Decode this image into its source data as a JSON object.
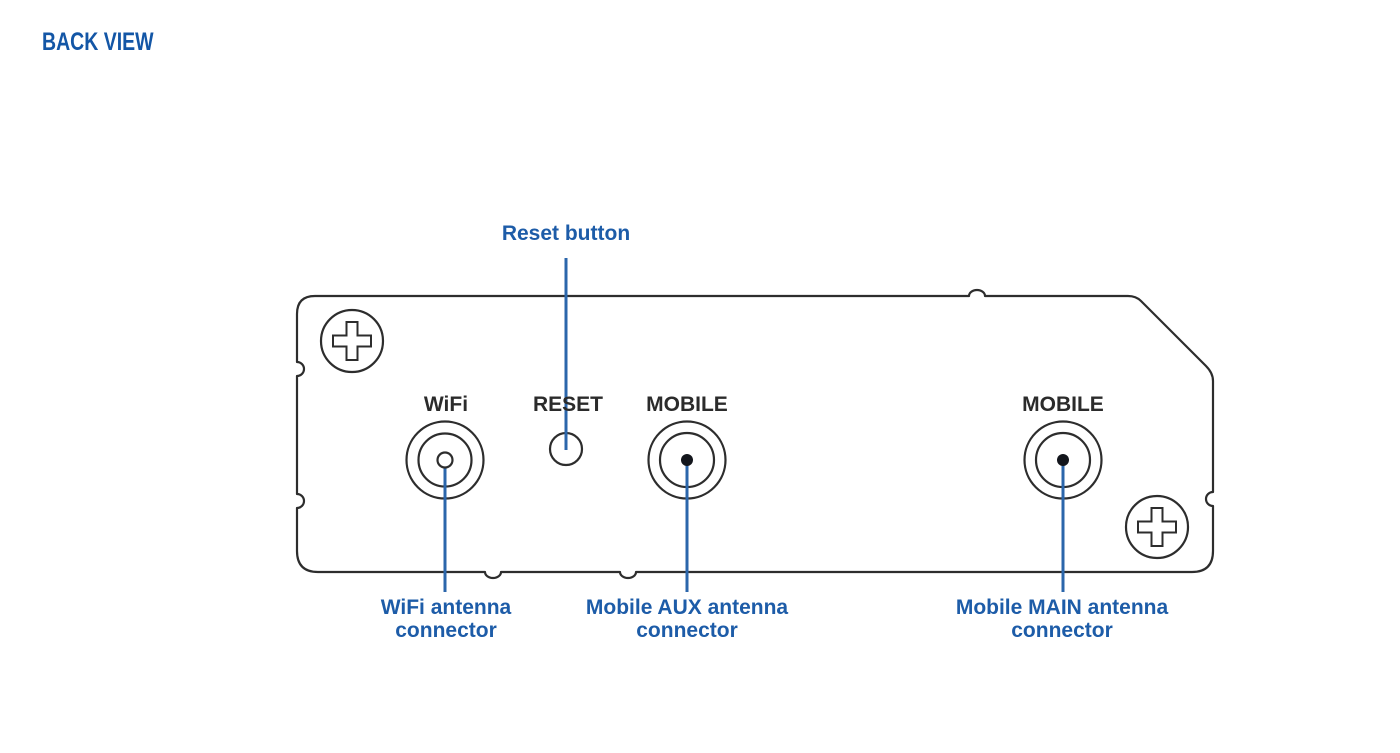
{
  "header": {
    "title": "BACK VIEW"
  },
  "colors": {
    "accent_text": "#1d5ca8",
    "title_blue": "#1356a6",
    "leader_line": "#2b66ab",
    "panel_outline": "#2d2d2d",
    "connector_dot": "#13161c"
  },
  "panel": {
    "labels": {
      "wifi": "WiFi",
      "reset": "RESET",
      "mobile_aux": "MOBILE",
      "mobile_main": "MOBILE"
    }
  },
  "callouts": {
    "reset_button": {
      "label": "Reset button"
    },
    "wifi_antenna": {
      "line1": "WiFi antenna",
      "line2": "connector"
    },
    "mobile_aux_antenna": {
      "line1": "Mobile AUX antenna",
      "line2": "connector"
    },
    "mobile_main_antenna": {
      "line1": "Mobile MAIN antenna",
      "line2": "connector"
    }
  }
}
